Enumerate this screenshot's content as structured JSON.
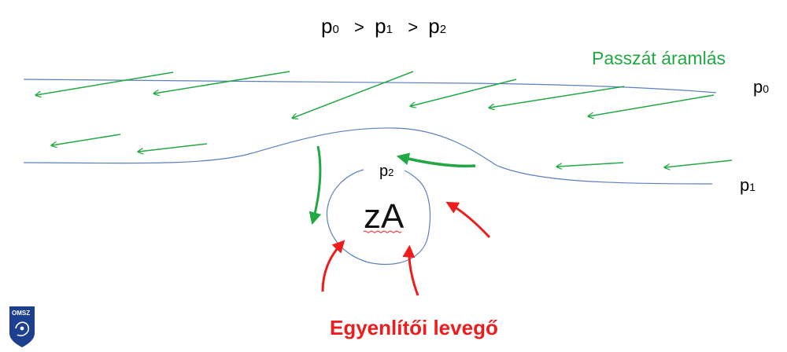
{
  "pressure_relation": {
    "p0": {
      "main": "p",
      "sub": "0"
    },
    "op1": ">",
    "p1": {
      "main": "p",
      "sub": "1"
    },
    "op2": ">",
    "p2": {
      "main": "p",
      "sub": "2"
    }
  },
  "isobar_labels": {
    "p0": {
      "main": "p",
      "sub": "0"
    },
    "p1": {
      "main": "p",
      "sub": "1"
    },
    "p2": {
      "main": "p",
      "sub": "2"
    }
  },
  "trade_wind_label": "Passzát áramlás",
  "center_label": "zA",
  "equatorial_air_label": "Egyenlítői levegő",
  "logo_text": "OMSZ",
  "colors": {
    "green_arrow": "#22a843",
    "red_arrow": "#ee1c1c",
    "isobar": "#5b7fbf",
    "logo": "#1d3f8f"
  }
}
